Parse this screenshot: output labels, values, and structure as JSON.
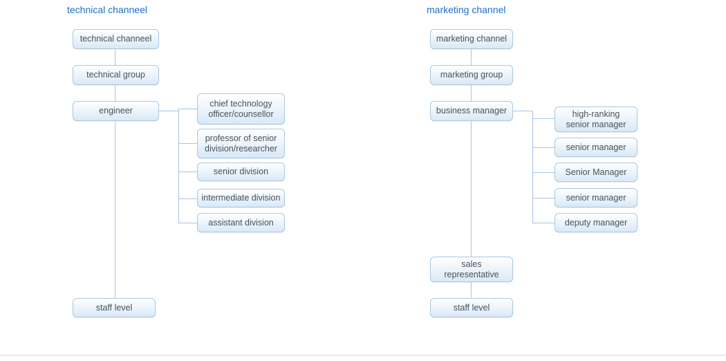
{
  "theme": {
    "title_color": "#1b6ec8",
    "box_border": "#abc7e0",
    "box_fill_top": "#ffffff",
    "box_fill_bottom": "#d9e9f7",
    "box_text": "#47525c",
    "line_color": "#a5c4e6",
    "divider": "#d9d9d9"
  },
  "diagram": {
    "left": {
      "title": "technical channeel",
      "chain": [
        {
          "label": "technical channeel"
        },
        {
          "label": "technical group"
        },
        {
          "label": "engineer"
        },
        {
          "label": "staff level"
        }
      ],
      "branches": [
        {
          "label": "chief technology\nofficer/counsellor"
        },
        {
          "label": "professor of senior\ndivision/researcher"
        },
        {
          "label": "senior division"
        },
        {
          "label": "intermediate division"
        },
        {
          "label": "assistant division"
        }
      ]
    },
    "right": {
      "title": "marketing channel",
      "chain": [
        {
          "label": "marketing channel"
        },
        {
          "label": "marketing group"
        },
        {
          "label": "business manager"
        },
        {
          "label": "sales\nrepresentative"
        },
        {
          "label": "staff level"
        }
      ],
      "branches": [
        {
          "label": "high-ranking\nsenior manager"
        },
        {
          "label": "senior manager"
        },
        {
          "label": "Senior Manager"
        },
        {
          "label": "senior manager"
        },
        {
          "label": "deputy manager"
        }
      ]
    }
  }
}
